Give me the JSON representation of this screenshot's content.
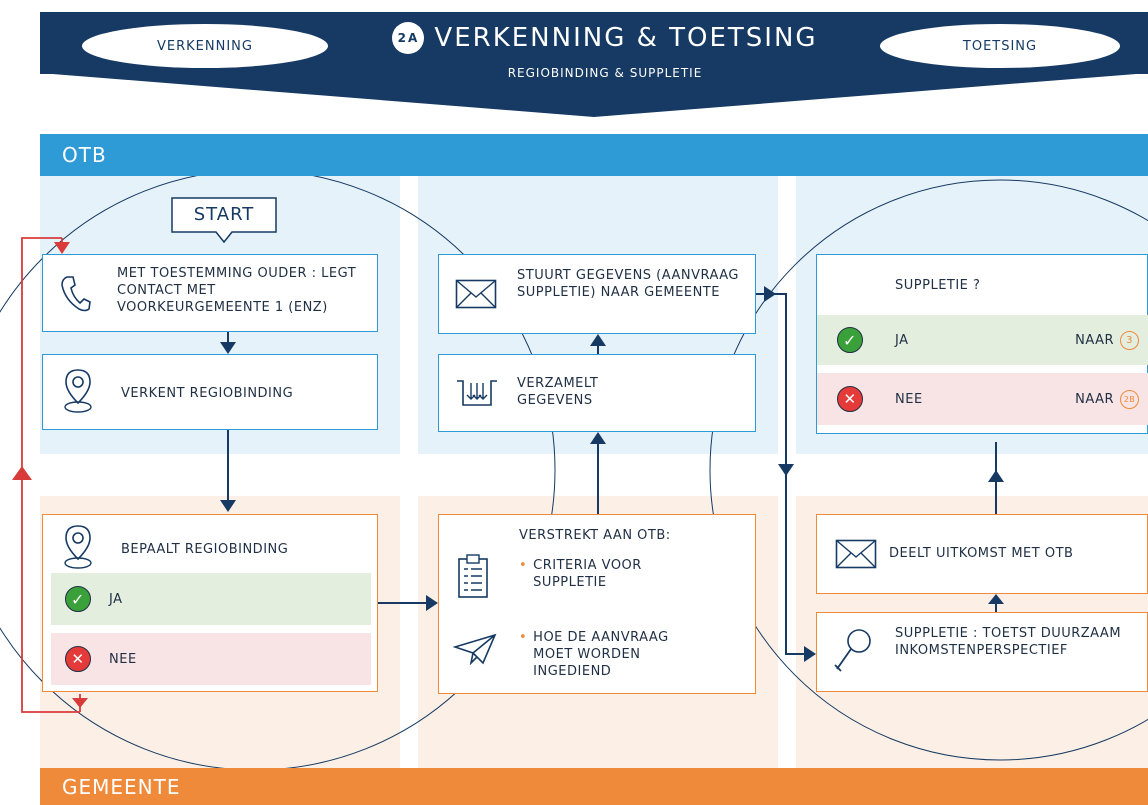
{
  "header": {
    "badge": "2A",
    "title": "VERKENNING & TOETSING",
    "subtitle": "REGIOBINDING & SUPPLETIE",
    "left_pill": "VERKENNING",
    "right_pill": "TOETSING"
  },
  "lanes": {
    "top": "OTB",
    "bottom": "GEMEENTE"
  },
  "start_label": "START",
  "steps": {
    "contact": "MET TOESTEMMING OUDER : LEGT CONTACT MET VOORKEURGEMEENTE 1 (ENZ)",
    "verkent": "VERKENT REGIOBINDING",
    "bepaalt": "BEPAALT REGIOBINDING",
    "bepaalt_ja": "JA",
    "bepaalt_nee": "NEE",
    "verstrekt_title": "VERSTREKT AAN OTB:",
    "verstrekt_item1": "CRITERIA VOOR SUPPLETIE",
    "verstrekt_item2": "HOE DE AANVRAAG MOET WORDEN INGEDIEND",
    "verzamelt": "VERZAMELT GEGEVENS",
    "stuurt": "STUURT GEGEVENS (AANVRAAG SUPPLETIE) NAAR GEMEENTE",
    "toetst": "SUPPLETIE : TOETST DUURZAAM INKOMSTENPERSPECTIEF",
    "deelt": "DEELT UITKOMST MET OTB",
    "suppletie_q": "SUPPLETIE ?",
    "supp_ja": "JA",
    "supp_ja_naar": "NAAR",
    "supp_ja_num": "3",
    "supp_nee": "NEE",
    "supp_nee_naar": "NAAR",
    "supp_nee_num": "2B"
  },
  "colors": {
    "navy": "#163a63",
    "otb_blue": "#2e9bd6",
    "gemeente_orange": "#ef8a3a",
    "feedback_red": "#d93b3b"
  },
  "icons": [
    "phone-icon",
    "location-pin-icon",
    "envelope-icon",
    "collect-icon",
    "clipboard-icon",
    "paper-plane-icon",
    "magnifier-icon",
    "check-icon",
    "cross-icon"
  ]
}
